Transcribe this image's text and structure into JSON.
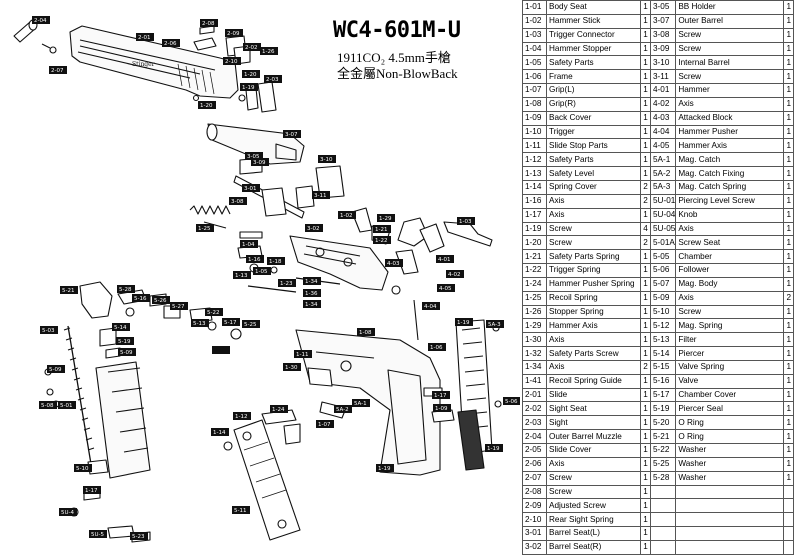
{
  "header": {
    "model": "WC4-601M-U",
    "line1": "1911CO₂ 4.5mm手槍",
    "line2": "全金屬Non-BlowBack"
  },
  "diagram_tags": [
    "2-04",
    "2-07",
    "2-01",
    "2-06",
    "2-08",
    "2-09",
    "2-02",
    "2-10",
    "1-20",
    "1-26",
    "2-03",
    "1-19",
    "1-20",
    "3-07",
    "3-09",
    "3-05",
    "3-10",
    "3-01",
    "3-11",
    "3-08",
    "1-25",
    "3-02",
    "1-02",
    "1-29",
    "1-22",
    "1-21",
    "4-03",
    "4-01",
    "1-03",
    "1-04",
    "1-16",
    "1-18",
    "1-13",
    "1-05",
    "1-23",
    "1-34",
    "1-36",
    "1-34",
    "4-02",
    "4-05",
    "4-04",
    "5-21",
    "5-28",
    "5-16",
    "5-26",
    "5-27",
    "5-22",
    "5-17",
    "5-25",
    "5-13",
    "5-14",
    "5-19",
    "5-09",
    "5-08",
    "5-01",
    "5-03",
    "5-09",
    "1-17",
    "1-11",
    "1-30",
    "1-06",
    "1-08",
    "1-19",
    "5A-3",
    "5A-2",
    "5A-1",
    "1-07",
    "1-12",
    "1-24",
    "1-17",
    "1-19",
    "1-14",
    "1-09",
    "1-19",
    "5-06",
    "5-10",
    "5U-4",
    "5U-5",
    "5-23",
    "5-11"
  ],
  "parts": [
    [
      "1-01",
      "Body Seat",
      "1",
      "3-05",
      "BB Holder",
      "1"
    ],
    [
      "1-02",
      "Hammer Stick",
      "1",
      "3-07",
      "Outer Barrel",
      "1"
    ],
    [
      "1-03",
      "Trigger Connector",
      "1",
      "3-08",
      "Screw",
      "1"
    ],
    [
      "1-04",
      "Hammer Stopper",
      "1",
      "3-09",
      "Screw",
      "1"
    ],
    [
      "1-05",
      "Safety Parts",
      "1",
      "3-10",
      "Internal Barrel",
      "1"
    ],
    [
      "1-06",
      "Frame",
      "1",
      "3-11",
      "Screw",
      "1"
    ],
    [
      "1-07",
      "Grip(L)",
      "1",
      "4-01",
      "Hammer",
      "1"
    ],
    [
      "1-08",
      "Grip(R)",
      "1",
      "4-02",
      "Axis",
      "1"
    ],
    [
      "1-09",
      "Back Cover",
      "1",
      "4-03",
      "Attacked Block",
      "1"
    ],
    [
      "1-10",
      "Trigger",
      "1",
      "4-04",
      "Hammer Pusher",
      "1"
    ],
    [
      "1-11",
      "Slide Stop Parts",
      "1",
      "4-05",
      "Hammer Axis",
      "1"
    ],
    [
      "1-12",
      "Safety Parts",
      "1",
      "5A-1",
      "Mag. Catch",
      "1"
    ],
    [
      "1-13",
      "Safety Level",
      "1",
      "5A-2",
      "Mag. Catch Fixing",
      "1"
    ],
    [
      "1-14",
      "Spring Cover",
      "2",
      "5A-3",
      "Mag. Catch Spring",
      "1"
    ],
    [
      "1-16",
      "Axis",
      "2",
      "5U-01",
      "Piercing Level Screw",
      "1"
    ],
    [
      "1-17",
      "Axis",
      "1",
      "5U-04",
      "Knob",
      "1"
    ],
    [
      "1-19",
      "Screw",
      "4",
      "5U-05",
      "Axis",
      "1"
    ],
    [
      "1-20",
      "Screw",
      "2",
      "5-01A",
      "Screw Seat",
      "1"
    ],
    [
      "1-21",
      "Safety Parts Spring",
      "1",
      "5-05",
      "Chamber",
      "1"
    ],
    [
      "1-22",
      "Trigger Spring",
      "1",
      "5-06",
      "Follower",
      "1"
    ],
    [
      "1-24",
      "Hammer Pusher Spring",
      "1",
      "5-07",
      "Mag. Body",
      "1"
    ],
    [
      "1-25",
      "Recoil Spring",
      "1",
      "5-09",
      "Axis",
      "2"
    ],
    [
      "1-26",
      "Stopper Spring",
      "1",
      "5-10",
      "Screw",
      "1"
    ],
    [
      "1-29",
      "Hammer Axis",
      "1",
      "5-12",
      "Mag. Spring",
      "1"
    ],
    [
      "1-30",
      "Axis",
      "1",
      "5-13",
      "Filter",
      "1"
    ],
    [
      "1-32",
      "Safety Parts Screw",
      "1",
      "5-14",
      "Piercer",
      "1"
    ],
    [
      "1-34",
      "Axis",
      "2",
      "5-15",
      "Valve Spring",
      "1"
    ],
    [
      "1-41",
      "Recoil Spring Guide",
      "1",
      "5-16",
      "Valve",
      "1"
    ],
    [
      "2-01",
      "Slide",
      "1",
      "5-17",
      "Chamber Cover",
      "1"
    ],
    [
      "2-02",
      "Sight Seat",
      "1",
      "5-19",
      "Piercer Seal",
      "1"
    ],
    [
      "2-03",
      "Sight",
      "1",
      "5-20",
      "O Ring",
      "1"
    ],
    [
      "2-04",
      "Outer Barrel Muzzle",
      "1",
      "5-21",
      "O Ring",
      "1"
    ],
    [
      "2-05",
      "Slide Cover",
      "1",
      "5-22",
      "Washer",
      "1"
    ],
    [
      "2-06",
      "Axis",
      "1",
      "5-25",
      "Washer",
      "1"
    ],
    [
      "2-07",
      "Screw",
      "1",
      "5-28",
      "Washer",
      "1"
    ],
    [
      "2-08",
      "Screw",
      "1",
      "",
      "",
      ""
    ],
    [
      "2-09",
      "Adjusted Screw",
      "1",
      "",
      "",
      ""
    ],
    [
      "2-10",
      "Rear Sight Spring",
      "1",
      "",
      "",
      ""
    ],
    [
      "3-01",
      "Barrel Seat(L)",
      "1",
      "",
      "",
      ""
    ],
    [
      "3-02",
      "Barrel Seat(R)",
      "1",
      "",
      "",
      ""
    ]
  ]
}
